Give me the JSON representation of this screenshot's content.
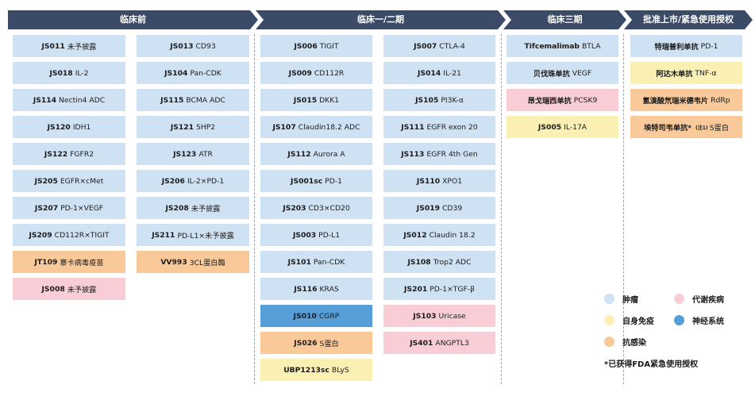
{
  "colors": {
    "tumor": "#cfe2f4",
    "immune": "#fbf0b4",
    "infection": "#f9c99a",
    "metabolic": "#f8cdd6",
    "neuro": "#569ed8",
    "header": "#3b4a66"
  },
  "phases": [
    "临床前",
    "临床一/二期",
    "临床三期",
    "批准上市/紧急使用授权"
  ],
  "legend": {
    "tumor": "肿瘤",
    "metabolic": "代谢疾病",
    "immune": "自身免疫",
    "neuro": "神经系统",
    "infection": "抗感染"
  },
  "footnote": "*已获得FDA紧急使用授权",
  "columns": [
    [
      {
        "name": "JS011",
        "target": "未予披露",
        "category": "tumor"
      },
      {
        "name": "JS018",
        "target": "IL-2",
        "category": "tumor"
      },
      {
        "name": "JS114",
        "target": "Nectin4 ADC",
        "category": "tumor"
      },
      {
        "name": "JS120",
        "target": "IDH1",
        "category": "tumor"
      },
      {
        "name": "JS122",
        "target": "FGFR2",
        "category": "tumor"
      },
      {
        "name": "JS205",
        "target": "EGFR×cMet",
        "category": "tumor"
      },
      {
        "name": "JS207",
        "target": "PD-1×VEGF",
        "category": "tumor"
      },
      {
        "name": "JS209",
        "target": "CD112R×TIGIT",
        "category": "tumor"
      },
      {
        "name": "JT109",
        "target": "寨卡病毒疫苗",
        "category": "infection"
      },
      {
        "name": "JS008",
        "target": "未予披露",
        "category": "metabolic"
      }
    ],
    [
      {
        "name": "JS013",
        "target": "CD93",
        "category": "tumor"
      },
      {
        "name": "JS104",
        "target": "Pan-CDK",
        "category": "tumor"
      },
      {
        "name": "JS115",
        "target": "BCMA ADC",
        "category": "tumor"
      },
      {
        "name": "JS121",
        "target": "SHP2",
        "category": "tumor"
      },
      {
        "name": "JS123",
        "target": "ATR",
        "category": "tumor"
      },
      {
        "name": "JS206",
        "target": "IL-2×PD-1",
        "category": "tumor"
      },
      {
        "name": "JS208",
        "target": "未予披露",
        "category": "tumor"
      },
      {
        "name": "JS211",
        "target": "PD-L1×未予披露",
        "category": "tumor"
      },
      {
        "name": "VV993",
        "target": "3CL蛋白酶",
        "category": "infection"
      }
    ],
    [
      {
        "name": "JS006",
        "target": "TIGIT",
        "category": "tumor"
      },
      {
        "name": "JS009",
        "target": "CD112R",
        "category": "tumor"
      },
      {
        "name": "JS015",
        "target": "DKK1",
        "category": "tumor"
      },
      {
        "name": "JS107",
        "target": "Claudin18.2 ADC",
        "category": "tumor"
      },
      {
        "name": "JS112",
        "target": "Aurora A",
        "category": "tumor"
      },
      {
        "name": "JS001sc",
        "target": "PD-1",
        "category": "tumor"
      },
      {
        "name": "JS203",
        "target": "CD3×CD20",
        "category": "tumor"
      },
      {
        "name": "JS003",
        "target": "PD-L1",
        "category": "tumor"
      },
      {
        "name": "JS101",
        "target": "Pan-CDK",
        "category": "tumor"
      },
      {
        "name": "JS116",
        "target": "KRAS",
        "category": "tumor"
      },
      {
        "name": "JS010",
        "target": "CGRP",
        "category": "neuro"
      },
      {
        "name": "JS026",
        "target": "S蛋白",
        "category": "infection"
      },
      {
        "name": "UBP1213sc",
        "target": "BLyS",
        "category": "immune"
      }
    ],
    [
      {
        "name": "JS007",
        "target": "CTLA-4",
        "category": "tumor"
      },
      {
        "name": "JS014",
        "target": "IL-21",
        "category": "tumor"
      },
      {
        "name": "JS105",
        "target": "PI3K-α",
        "category": "tumor"
      },
      {
        "name": "JS111",
        "target": "EGFR exon 20",
        "category": "tumor"
      },
      {
        "name": "JS113",
        "target": "EGFR 4th Gen",
        "category": "tumor"
      },
      {
        "name": "JS110",
        "target": "XPO1",
        "category": "tumor"
      },
      {
        "name": "JS019",
        "target": "CD39",
        "category": "tumor"
      },
      {
        "name": "JS012",
        "target": "Claudin 18.2",
        "category": "tumor"
      },
      {
        "name": "JS108",
        "target": "Trop2 ADC",
        "category": "tumor"
      },
      {
        "name": "JS201",
        "target": "PD-1×TGF-β",
        "category": "tumor"
      },
      {
        "name": "JS103",
        "target": "Uricase",
        "category": "metabolic"
      },
      {
        "name": "JS401",
        "target": "ANGPTL3",
        "category": "metabolic"
      }
    ],
    [
      {
        "name": "Tifcemalimab",
        "target": "BTLA",
        "category": "tumor"
      },
      {
        "name": "贝伐珠单抗",
        "target": "VEGF",
        "category": "tumor"
      },
      {
        "name": "昂戈瑞西单抗",
        "target": "PCSK9",
        "category": "metabolic"
      },
      {
        "name": "JS005",
        "target": "IL-17A",
        "category": "immune"
      }
    ],
    [
      {
        "name": "特瑞普利单抗",
        "target": "PD-1",
        "category": "tumor"
      },
      {
        "name": "阿达木单抗",
        "target": "TNF-α",
        "category": "immune"
      },
      {
        "name": "氢溴酸氘瑞米德韦片",
        "target": "RdRp",
        "category": "infection"
      },
      {
        "name": "埃特司韦单抗*",
        "sup": "(注1)",
        "target": "S蛋白",
        "category": "infection"
      }
    ]
  ]
}
